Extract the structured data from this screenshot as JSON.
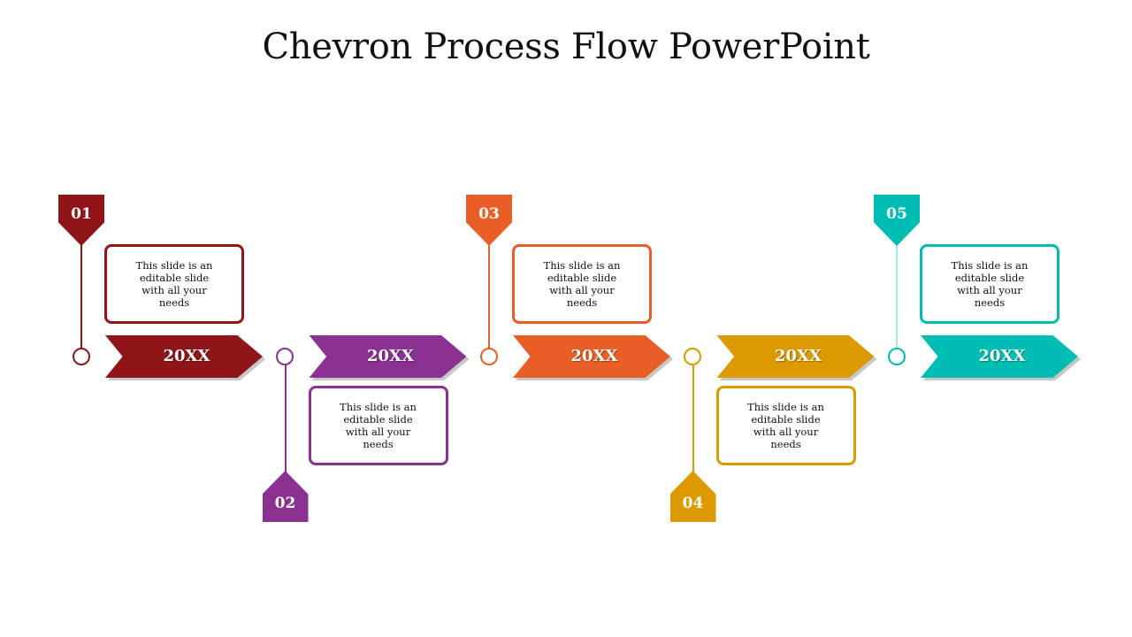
{
  "title": "Chevron Process Flow PowerPoint",
  "steps": [
    {
      "number": "01",
      "year": "20XX",
      "text": "This slide is an editable slide with all your needs",
      "color": "#8f1518",
      "position": "top"
    },
    {
      "number": "02",
      "year": "20XX",
      "text": "This slide is an editable slide with all your needs",
      "color": "#8b3192",
      "position": "bottom"
    },
    {
      "number": "03",
      "year": "20XX",
      "text": "This slide is an editable slide with all your needs",
      "color": "#e85e26",
      "position": "top"
    },
    {
      "number": "04",
      "year": "20XX",
      "text": "This slide is an editable slide with all your needs",
      "color": "#dd9a00",
      "position": "bottom"
    },
    {
      "number": "05",
      "year": "20XX",
      "text": "This slide is an editable slide with all your needs",
      "color": "#00bdb3",
      "position": "top"
    }
  ]
}
